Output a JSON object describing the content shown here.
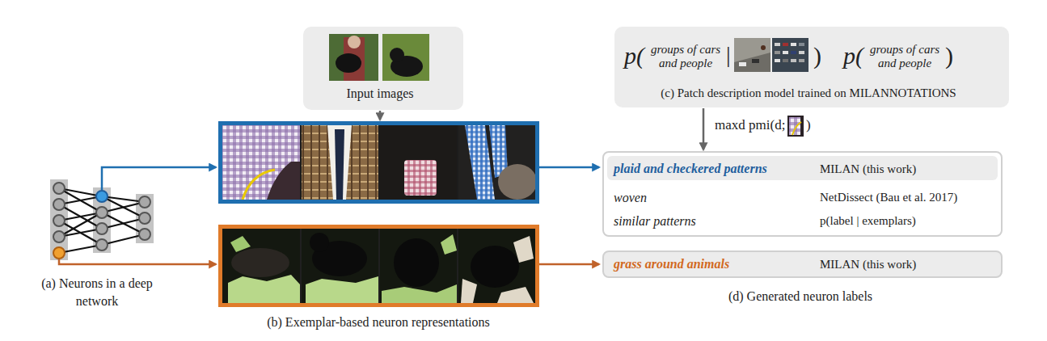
{
  "diagram": {
    "nodes": [
      {
        "text": [
          "Input images"
        ]
      },
      {
        "text": [
          "p(",
          "groups of cars and people",
          "|",
          ")",
          "p(",
          "groups of cars and people",
          ")",
          "(c) Patch description model trained on MILANNOTATIONS"
        ]
      },
      {
        "text": [
          "plaid and checkered patterns",
          "MILAN (this work)",
          "woven",
          "NetDissect (Bau et al. 2017)",
          "similar patterns",
          "p(label | exemplars)"
        ]
      },
      {
        "text": [
          "grass around animals",
          "MILAN (this work)"
        ]
      }
    ],
    "edges": [
      {
        "from": 1,
        "to": 2,
        "arrow": "to",
        "label": "maxd pmi(d;"
      }
    ],
    "labels": [
      ")",
      "(a) Neurons in a deep network",
      "(b) Exemplar-based neuron representations",
      "(d) Generated neuron labels"
    ]
  }
}
